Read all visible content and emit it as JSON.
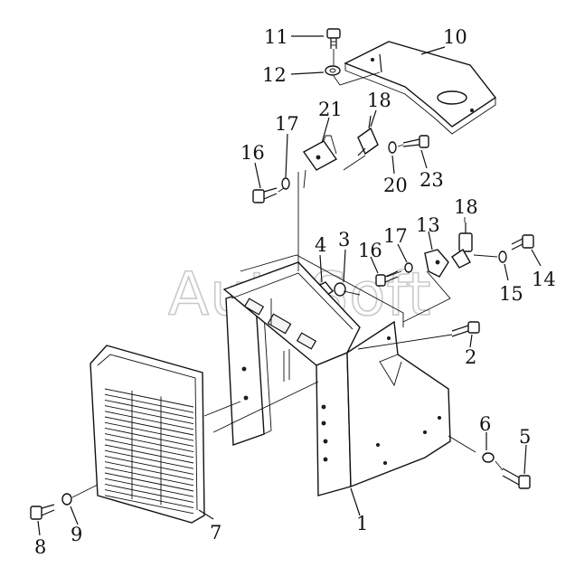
{
  "watermark": "AutoSoft",
  "callouts": [
    {
      "id": "c1",
      "text": "1"
    },
    {
      "id": "c2",
      "text": "2"
    },
    {
      "id": "c3",
      "text": "3"
    },
    {
      "id": "c4",
      "text": "4"
    },
    {
      "id": "c5",
      "text": "5"
    },
    {
      "id": "c6",
      "text": "6"
    },
    {
      "id": "c7",
      "text": "7"
    },
    {
      "id": "c8",
      "text": "8"
    },
    {
      "id": "c9",
      "text": "9"
    },
    {
      "id": "c10",
      "text": "10"
    },
    {
      "id": "c11",
      "text": "11"
    },
    {
      "id": "c12",
      "text": "12"
    },
    {
      "id": "c13",
      "text": "13"
    },
    {
      "id": "c14",
      "text": "14"
    },
    {
      "id": "c15",
      "text": "15"
    },
    {
      "id": "c16a",
      "text": "16"
    },
    {
      "id": "c16b",
      "text": "16"
    },
    {
      "id": "c17a",
      "text": "17"
    },
    {
      "id": "c17b",
      "text": "17"
    },
    {
      "id": "c18a",
      "text": "18"
    },
    {
      "id": "c18b",
      "text": "18"
    },
    {
      "id": "c20",
      "text": "20"
    },
    {
      "id": "c21",
      "text": "21"
    },
    {
      "id": "c23",
      "text": "23"
    }
  ]
}
